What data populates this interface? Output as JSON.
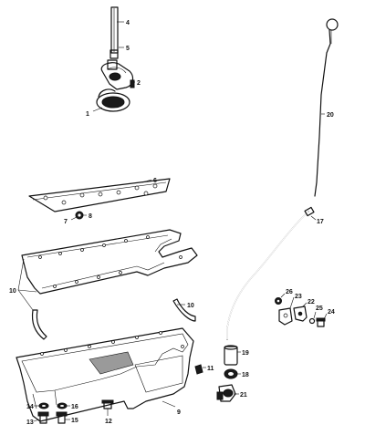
{
  "callouts": {
    "c1": "1",
    "c2": "2",
    "c4": "4",
    "c5": "5",
    "c6": "6",
    "c7": "7",
    "c8": "8",
    "c9": "9",
    "c10a": "10",
    "c10b": "10",
    "c11": "11",
    "c12": "12",
    "c13": "13",
    "c14": "14",
    "c15": "15",
    "c16": "16",
    "c17": "17",
    "c18": "18",
    "c19": "19",
    "c20": "20",
    "c21": "21",
    "c22": "22",
    "c23": "23",
    "c24": "24",
    "c25": "25",
    "c26": "26"
  }
}
